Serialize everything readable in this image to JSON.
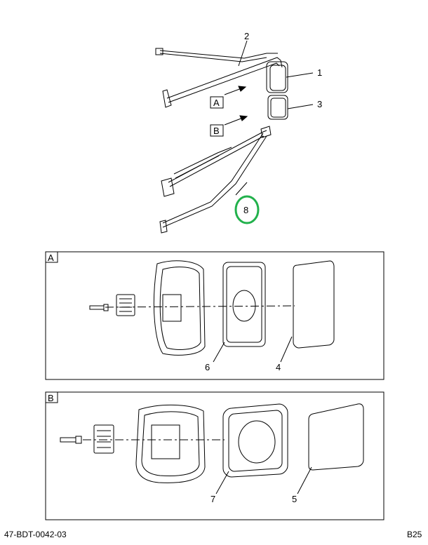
{
  "callouts": {
    "n1": "1",
    "n2": "2",
    "n3": "3",
    "n4": "4",
    "n5": "5",
    "n6": "6",
    "n7": "7",
    "n8": "8"
  },
  "views": {
    "a": "A",
    "b": "B"
  },
  "footer": {
    "doc_code": "47-BDT-0042-03",
    "page_code": "B25"
  },
  "colors": {
    "line": "#000000",
    "highlight": "#22b14c",
    "background": "#ffffff"
  }
}
